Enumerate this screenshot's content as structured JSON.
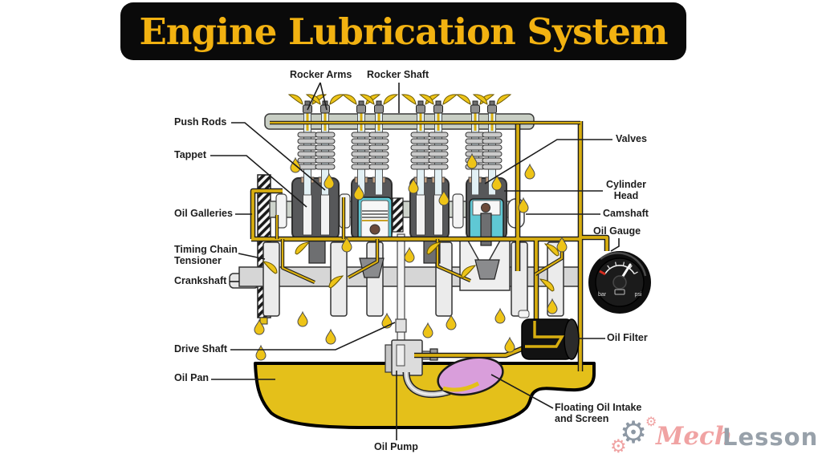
{
  "title": "Engine Lubrication System",
  "labels": {
    "rocker_arms": "Rocker Arms",
    "rocker_shaft": "Rocker Shaft",
    "push_rods": "Push Rods",
    "tappet": "Tappet",
    "oil_galleries": "Oil Galleries",
    "timing_chain_tensioner": "Timing Chain Tensioner",
    "crankshaft": "Crankshaft",
    "drive_shaft": "Drive Shaft",
    "oil_pan": "Oil Pan",
    "oil_pump": "Oil Pump",
    "valves": "Valves",
    "cylinder_head": "Cylinder Head",
    "camshaft": "Camshaft",
    "oil_gauge": "Oil Gauge",
    "oil_filter": "Oil Filter",
    "floating_oil_intake": "Floating Oil Intake and Screen"
  },
  "gauge": {
    "unit_left": "bar",
    "unit_right": "psi"
  },
  "logo": {
    "mech": "Mech",
    "lesson": "Lesson",
    "gear_glyph": "⚙"
  },
  "colors": {
    "banner_bg": "#0A0A0A",
    "title_text": "#F2B211",
    "oil_yellow": "#E4C01A",
    "pipe_yellow": "#D8AE10",
    "piston_cyan": "#5FC8D4",
    "intake_pink": "#D99EDB",
    "head_gray": "#57585A",
    "logo_pink": "#F0A3A3",
    "logo_gray": "#98A1AA"
  }
}
